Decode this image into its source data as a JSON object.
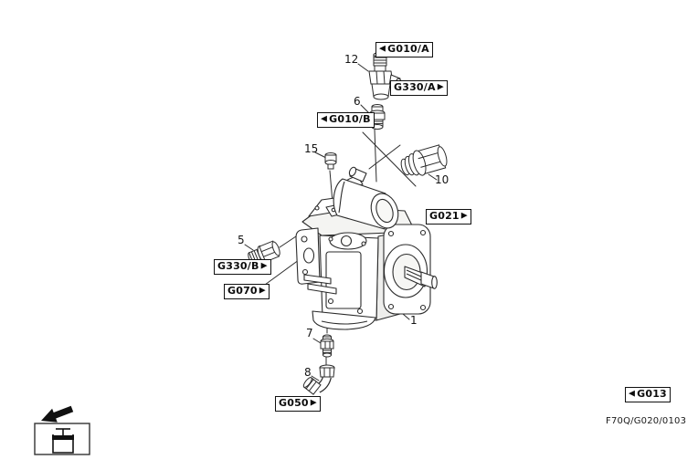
{
  "diagram": {
    "figure_code": "F70Q/G020/0103",
    "icons": {
      "arrow_left": "◀",
      "arrow_right": "▶"
    },
    "ref_labels": {
      "g010a": {
        "text": "G010/A",
        "arrow": "left"
      },
      "g330a": {
        "text": "G330/A",
        "arrow": "right"
      },
      "g010b": {
        "text": "G010/B",
        "arrow": "left"
      },
      "g021": {
        "text": "G021",
        "arrow": "right"
      },
      "g330b": {
        "text": "G330/B",
        "arrow": "right"
      },
      "g070": {
        "text": "G070",
        "arrow": "right"
      },
      "g050": {
        "text": "G050",
        "arrow": "right"
      },
      "g013": {
        "text": "G013",
        "arrow": "left"
      }
    },
    "callouts": {
      "c1": "1",
      "c5": "5",
      "c6": "6",
      "c7": "7",
      "c8": "8",
      "c10": "10",
      "c12": "12",
      "c15": "15"
    },
    "colors": {
      "line": "#2b2b2b",
      "background": "#ffffff",
      "shade": "#eeeeec"
    }
  }
}
